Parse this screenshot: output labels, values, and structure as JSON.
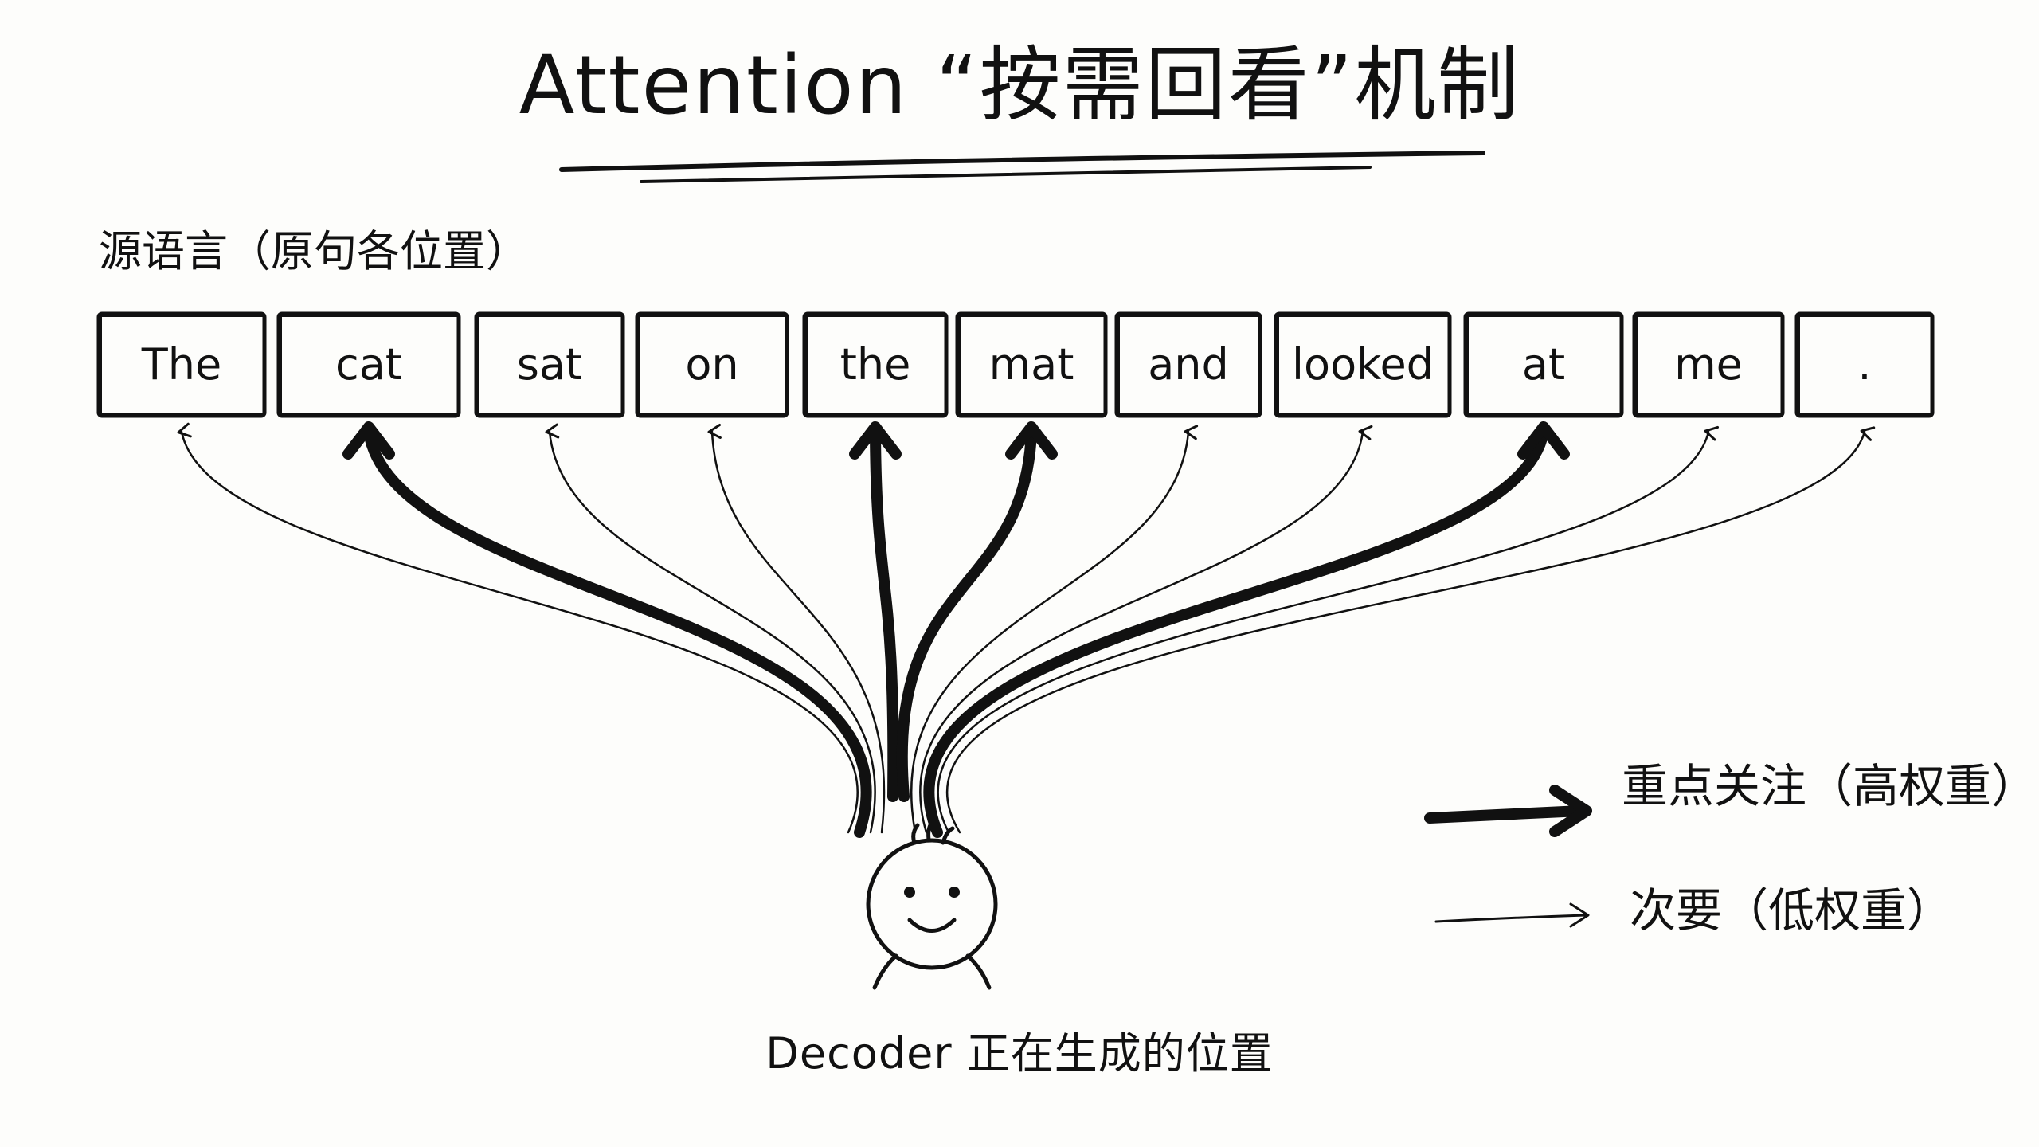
{
  "title": "Attention “按需回看”机制",
  "source_label": "源语言（原句各位置）",
  "tokens": [
    {
      "text": "The",
      "weight": "low"
    },
    {
      "text": "cat",
      "weight": "high"
    },
    {
      "text": "sat",
      "weight": "low"
    },
    {
      "text": "on",
      "weight": "low"
    },
    {
      "text": "the",
      "weight": "high"
    },
    {
      "text": "mat",
      "weight": "high"
    },
    {
      "text": "and",
      "weight": "low"
    },
    {
      "text": "looked",
      "weight": "low"
    },
    {
      "text": "at",
      "weight": "high"
    },
    {
      "text": "me",
      "weight": "low"
    },
    {
      "text": ".",
      "weight": "low"
    }
  ],
  "legend": {
    "high": "重点关注（高权重）",
    "low": "次要（低权重）"
  },
  "decoder_caption": "Decoder 正在生成的位置",
  "colors": {
    "ink": "#111111",
    "background": "#fdfdfb"
  },
  "icons": {
    "decoder": "stick-figure-face-icon"
  }
}
